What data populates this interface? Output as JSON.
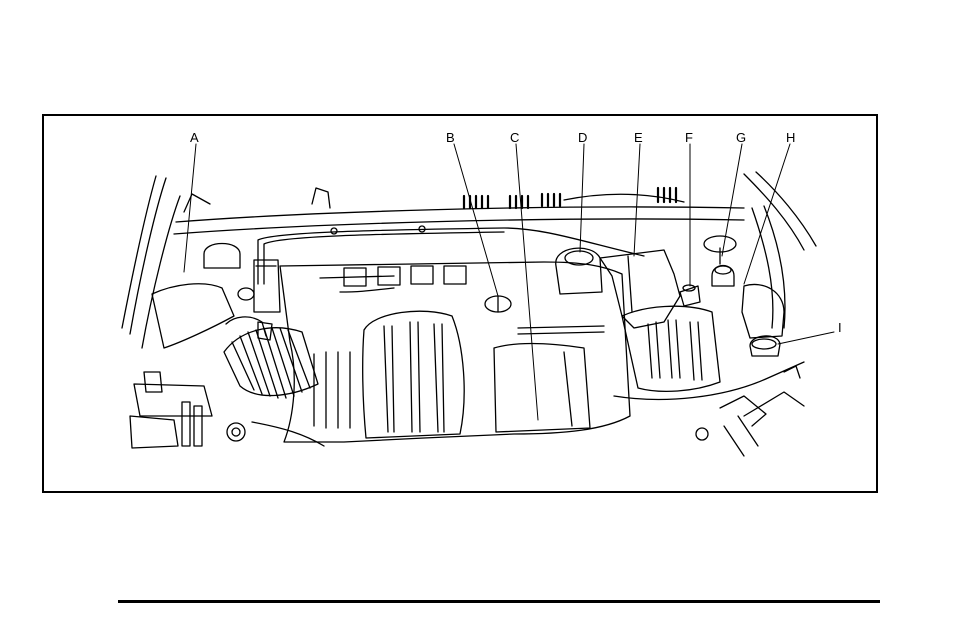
{
  "diagram": {
    "callouts": [
      {
        "id": "a",
        "label": "A"
      },
      {
        "id": "b",
        "label": "B"
      },
      {
        "id": "c",
        "label": "C"
      },
      {
        "id": "d",
        "label": "D"
      },
      {
        "id": "e",
        "label": "E"
      },
      {
        "id": "f",
        "label": "F"
      },
      {
        "id": "g",
        "label": "G"
      },
      {
        "id": "h",
        "label": "H"
      },
      {
        "id": "i",
        "label": "I"
      }
    ]
  },
  "colors": {
    "line": "#000000",
    "background": "#ffffff"
  }
}
